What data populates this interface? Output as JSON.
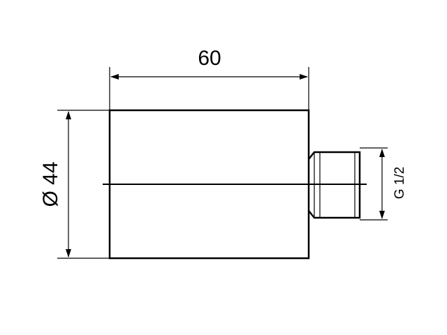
{
  "drawing": {
    "dimensions": {
      "length": "60",
      "diameter": "Ø 44",
      "thread": "G 1/2"
    }
  }
}
